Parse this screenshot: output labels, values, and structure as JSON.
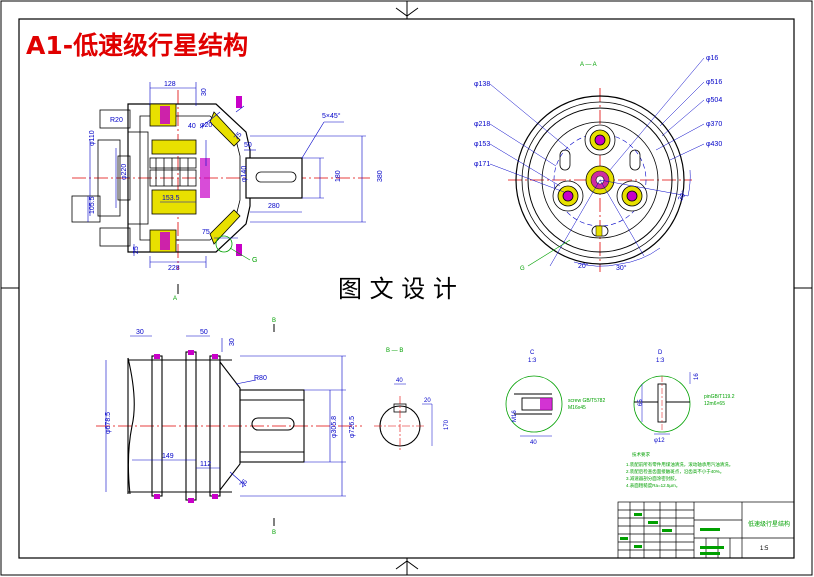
{
  "title": "A1-低速级行星结构",
  "watermark": "图 文 设 计",
  "colors": {
    "title": "#e00000",
    "outline": "#000000",
    "dimension": "#0000c8",
    "centerline": "#e00000",
    "hatch": "#c800c8",
    "part": "#e8e000",
    "note": "#00a000"
  },
  "section_labels": {
    "aa": "A — A",
    "a_bottom": "A",
    "b_top": "B",
    "b_bottom": "B",
    "b_small": "B — B",
    "c_title": "C",
    "c_scale": "1:3",
    "d_title": "D",
    "d_scale": "1:3",
    "g": "G"
  },
  "dims_main": {
    "d128": "128",
    "d30a": "30",
    "r20": "R20",
    "d40": "40",
    "d20": "φ20",
    "d75a": "75",
    "d5x45": "5×45°",
    "d110": "φ110",
    "d50": "50",
    "d220": "φ220",
    "d180": "180",
    "d380": "380",
    "d1535": "153.5",
    "d280": "280",
    "d1055": "105.5",
    "d75b": "75",
    "d25": "25",
    "d228": "228",
    "d140": "φ140",
    "g": "G"
  },
  "dims_face": {
    "d16": "φ16",
    "d516": "φ516",
    "d504": "φ504",
    "d370": "φ370",
    "d430": "φ430",
    "d138": "φ138",
    "d218": "φ218",
    "d153": "φ153",
    "d171": "φ171",
    "a30a": "30°",
    "a20": "20°",
    "a30b": "30°"
  },
  "dims_lower": {
    "d30": "30",
    "d50": "50",
    "d30b": "30",
    "r80": "R80",
    "d6785": "φ678.5",
    "d3058": "φ305.8",
    "d7265": "φ726.5",
    "d149": "149",
    "d112": "112",
    "d26": "26"
  },
  "dims_sec_b": {
    "d40": "40",
    "d20": "20",
    "d170": "170"
  },
  "dims_sec_c": {
    "m16": "M16",
    "d40": "40",
    "note": "screw GB/T5782",
    "note2": "M16x45"
  },
  "dims_sec_d": {
    "d65": "65",
    "d16": "16",
    "d12": "φ12",
    "note": "pinGB/T119.2",
    "note2": "12m6×65"
  },
  "notes_title": "技术要求",
  "notes": [
    "1.装配前所有零件用煤油清洗，滚动轴承用汽油清洗。",
    "2.装配后检查齿面接触斑点，沿齿高不小于40%。",
    "3.减速器剖分面涂密封胶。",
    "4.表面粗糙度Ra=12.5μm。"
  ],
  "title_block": {
    "name": "低速级行星结构",
    "scale": "1:5"
  }
}
